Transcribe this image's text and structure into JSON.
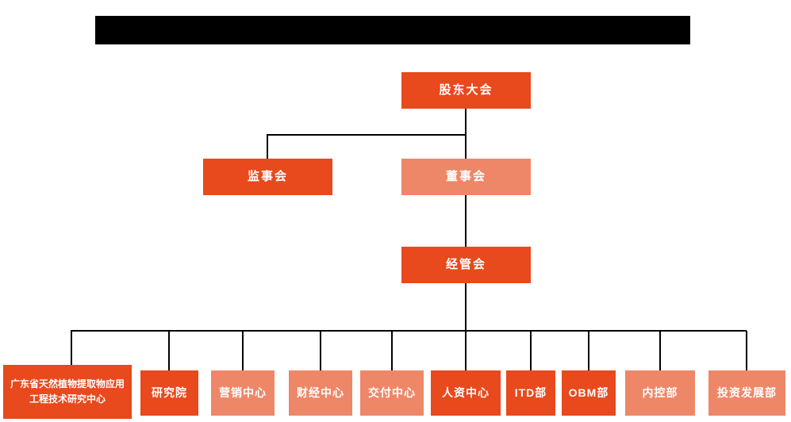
{
  "colors": {
    "primary_orange": "#E8491D",
    "light_orange": "#EE8768",
    "connector_line": "#000000",
    "header_bar": "#000000",
    "node_text": "#FFFFFF",
    "background": "#FFFFFF"
  },
  "nodes": [
    {
      "id": "shareholders-meeting",
      "label": "股东大会",
      "color": "#E8491D"
    },
    {
      "id": "supervisory-board",
      "label": "监事会",
      "color": "#E8491D"
    },
    {
      "id": "board-of-directors",
      "label": "董事会",
      "color": "#EE8768"
    },
    {
      "id": "management-committee",
      "label": "经管会",
      "color": "#E8491D"
    },
    {
      "id": "guangdong-plant-extract-research-center",
      "label": "广东省天然植物提取物应用工程技术研究中心",
      "color": "#E8491D"
    },
    {
      "id": "research-institute",
      "label": "研究院",
      "color": "#E8491D"
    },
    {
      "id": "marketing-center",
      "label": "营销中心",
      "color": "#EE8768"
    },
    {
      "id": "finance-center",
      "label": "财经中心",
      "color": "#EE8768"
    },
    {
      "id": "delivery-center",
      "label": "交付中心",
      "color": "#EE8768"
    },
    {
      "id": "hr-center",
      "label": "人资中心",
      "color": "#E8491D"
    },
    {
      "id": "itd-department",
      "label": "ITD部",
      "color": "#E8491D"
    },
    {
      "id": "obm-department",
      "label": "OBM部",
      "color": "#E8491D"
    },
    {
      "id": "internal-control-department",
      "label": "内控部",
      "color": "#EE8768"
    },
    {
      "id": "investment-development-department",
      "label": "投资发展部",
      "color": "#EE8768"
    }
  ]
}
